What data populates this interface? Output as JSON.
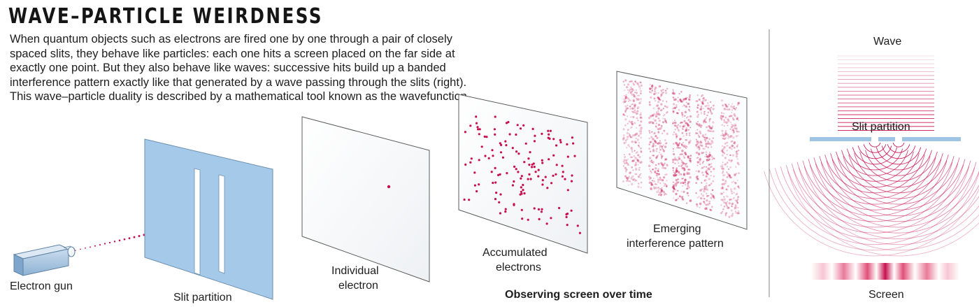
{
  "title": "WAVE–PARTICLE WEIRDNESS",
  "intro": "When quantum objects such as electrons are fired one by one through a pair of closely spaced slits, they behave like particles: each one hits a screen placed on the far side at exactly one point. But they also behave like waves: successive hits build up a banded interference pattern exactly like that generated by a wave passing through the slits (right). This wave–particle duality is described by a mathematical tool known as the wavefunction.",
  "labels": {
    "electron_gun": "Electron gun",
    "slit_partition": "Slit partition",
    "individual_electron_1": "Individual",
    "individual_electron_2": "electron",
    "accumulated_1": "Accumulated",
    "accumulated_2": "electrons",
    "emerging_1": "Emerging",
    "emerging_2": "interference pattern",
    "observing": "Observing screen over time",
    "wave": "Wave",
    "slit_partition_right": "Slit partition",
    "screen": "Screen"
  },
  "colors": {
    "accent": "#c8104e",
    "partition_blue": "#9fc4e4",
    "partition_edge": "#6d8fb0",
    "screen_bg": "#f4f6f8",
    "divider": "#9a9a9a"
  }
}
